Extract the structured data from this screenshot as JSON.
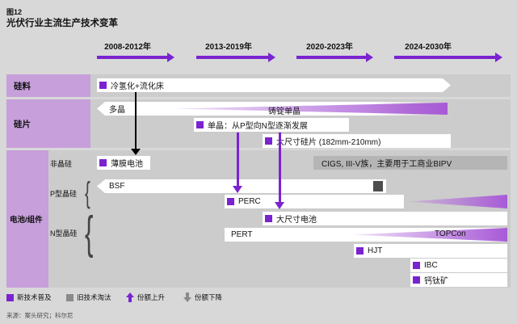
{
  "header": {
    "figure_label": "图12",
    "title": "光伏行业主流生产技术变革"
  },
  "timeline": {
    "periods": [
      "2008-2012年",
      "2013-2019年",
      "2020-2023年",
      "2024-2030年"
    ]
  },
  "rows": {
    "silicon": {
      "label": "硅料",
      "bar_hydro": "冷氢化+流化床"
    },
    "wafer": {
      "label": "硅片",
      "bar_multi": "多晶",
      "wedge_cast_mono": "铸锭单晶",
      "bar_mono": "单晶：从P型向N型逐渐发展",
      "bar_large_wafer": "大尺寸硅片 (182mm-210mm)"
    },
    "cell": {
      "label": "电池/组件",
      "group_amorphous": "非晶硅",
      "group_p": "P型晶硅",
      "group_n": "N型晶硅",
      "bar_thin_film": "薄膜电池",
      "bar_cigs": "CIGS, III-V族，主要用于工商业BIPV",
      "bar_bsf": "BSF",
      "bar_perc": "PERC",
      "bar_large_cell": "大尺寸电池",
      "bar_pert": "PERT",
      "wedge_topcon": "TOPCon",
      "bar_hjt": "HJT",
      "bar_ibc": "IBC",
      "bar_perovskite": "钙钛矿"
    }
  },
  "timeline_spans": [
    {
      "tech": "冷氢化+流化床",
      "from": "2008-2012年",
      "to": "2020-2023年",
      "marker": "new-tech",
      "shape": "arrow-right"
    },
    {
      "tech": "多晶",
      "from": "pre-2008",
      "to": "2020-2023年",
      "shape": "fades-out"
    },
    {
      "tech": "铸锭单晶",
      "from": "2013-2019年",
      "to": "2024-2030年",
      "trend": "share-rising"
    },
    {
      "tech": "单晶：从P型向N型逐渐发展",
      "from": "2013-2019年",
      "to": "2020-2023年",
      "marker": "new-tech"
    },
    {
      "tech": "大尺寸硅片 (182mm-210mm)",
      "from": "2020-2023年",
      "to": "2024-2030年",
      "marker": "new-tech"
    },
    {
      "tech": "薄膜电池",
      "from": "2008-2012年",
      "to": "2008-2012年",
      "marker": "new-tech",
      "note": "derived from 冷氢化+流化床 (black arrow)"
    },
    {
      "tech": "CIGS, III-V族，主要用于工商业BIPV",
      "from": "2020-2023年",
      "to": "2024-2030年"
    },
    {
      "tech": "BSF",
      "from": "pre-2008",
      "to": "2020-2023年",
      "marker": "old-tech-eliminated"
    },
    {
      "tech": "PERC",
      "from": "2013-2019年",
      "to": "2020-2023年",
      "marker": "new-tech",
      "trend": "share-rising-late"
    },
    {
      "tech": "大尺寸电池",
      "from": "2020-2023年",
      "to": "2024-2030年",
      "marker": "new-tech"
    },
    {
      "tech": "PERT",
      "from": "2013-2019年",
      "to": "2024-2030年"
    },
    {
      "tech": "TOPCon",
      "from": "2020-2023年",
      "to": "2024-2030年",
      "trend": "share-rising"
    },
    {
      "tech": "HJT",
      "from": "2020-2023年",
      "to": "2024-2030年",
      "marker": "new-tech"
    },
    {
      "tech": "IBC",
      "from": "2024-2030年",
      "to": "2024-2030年",
      "marker": "new-tech"
    },
    {
      "tech": "钙钛矿",
      "from": "2024-2030年",
      "to": "2024-2030年",
      "marker": "new-tech"
    }
  ],
  "legend": {
    "new_tech": "新技术普及",
    "old_tech": "旧技术淘汰",
    "share_up": "份额上升",
    "share_down": "份额下降"
  },
  "source": "来源：案头研究；科尔尼",
  "colors": {
    "accent_purple": "#7a23d0",
    "label_purple": "#c79fdb",
    "grey_bar": "#b5b5b5",
    "dark_block": "#4d4d4d",
    "background": "#d8d8d8"
  }
}
